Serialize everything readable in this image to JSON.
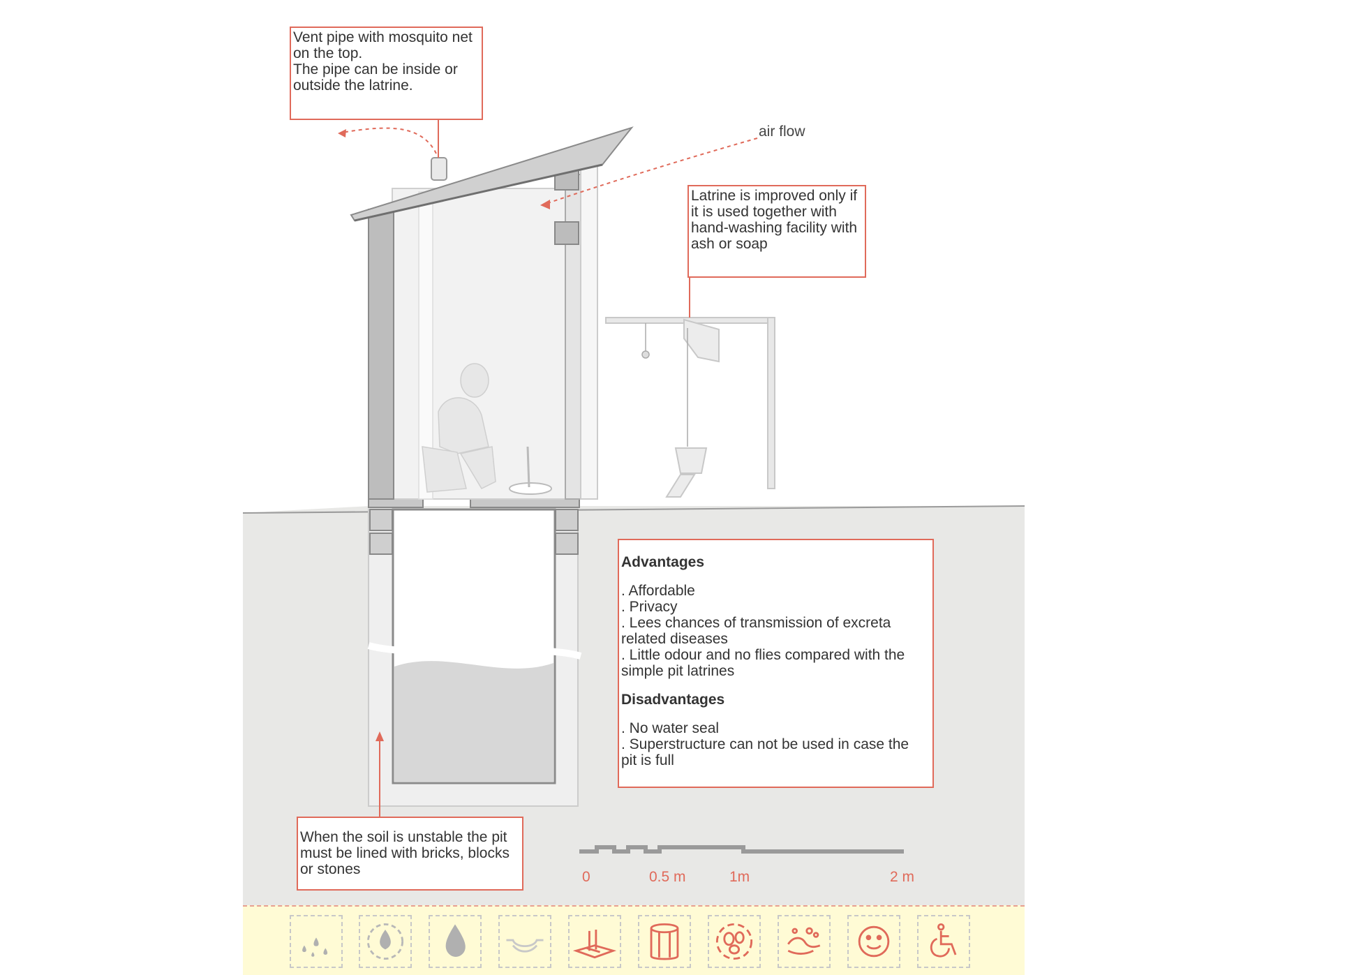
{
  "callouts": {
    "vent_pipe": [
      "Vent pipe with mosquito net on the top.",
      "The pipe can be inside or outside the latrine."
    ],
    "improved": "Latrine is improved only if it is used together with hand-washing facility with ash or  soap",
    "soil": "When the soil is unstable the pit must be lined with bricks, blocks or stones"
  },
  "labels": {
    "air_flow": "air flow"
  },
  "info": {
    "advantages_title": "Advantages",
    "advantages": [
      ". Affordable",
      ". Privacy",
      ". Lees chances of transmission of excreta related diseases",
      ". Little odour and no flies compared with the simple pit latrines"
    ],
    "disadvantages_title": "Disadvantages",
    "disadvantages": [
      ". No water seal",
      ". Superstructure can not be used in case the pit is full"
    ]
  },
  "scale": {
    "labels": [
      "0",
      "0.5 m",
      "1m",
      "2 m"
    ]
  },
  "icons": [
    {
      "name": "rain-drops-icon",
      "active": false
    },
    {
      "name": "water-cycle-icon",
      "active": false
    },
    {
      "name": "water-drop-icon",
      "active": false
    },
    {
      "name": "basin-icon",
      "active": false
    },
    {
      "name": "latrine-slab-icon",
      "active": true
    },
    {
      "name": "lined-pit-icon",
      "active": true
    },
    {
      "name": "fecal-recycle-icon",
      "active": true
    },
    {
      "name": "hand-washing-icon",
      "active": true
    },
    {
      "name": "smiley-face-icon",
      "active": true
    },
    {
      "name": "wheelchair-icon",
      "active": true
    }
  ],
  "colors": {
    "accent": "#e06a5a",
    "ground": "#e8e8e6",
    "icon_strip": "#fffbd5",
    "structure": "#d2d2d2"
  }
}
